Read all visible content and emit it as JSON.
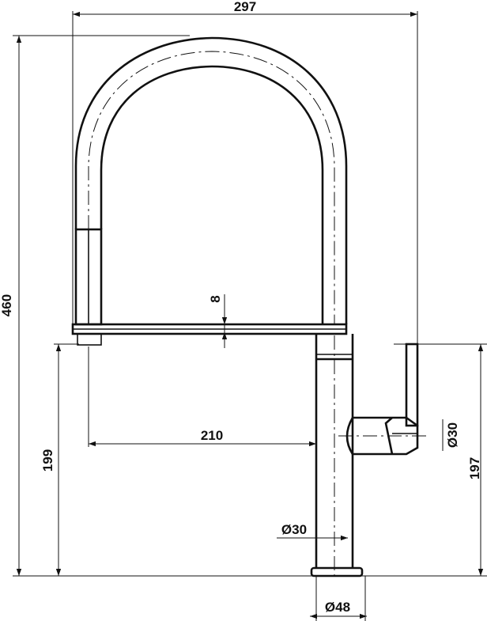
{
  "dimensions": {
    "width_total": "297",
    "height_total": "460",
    "spout_offset": "8",
    "reach": "210",
    "spout_height": "199",
    "side_diameter": "Ø30",
    "lever_height": "197",
    "body_diameter": "Ø30",
    "base_diameter": "Ø48"
  },
  "colors": {
    "line": "#111111",
    "background": "#ffffff"
  }
}
